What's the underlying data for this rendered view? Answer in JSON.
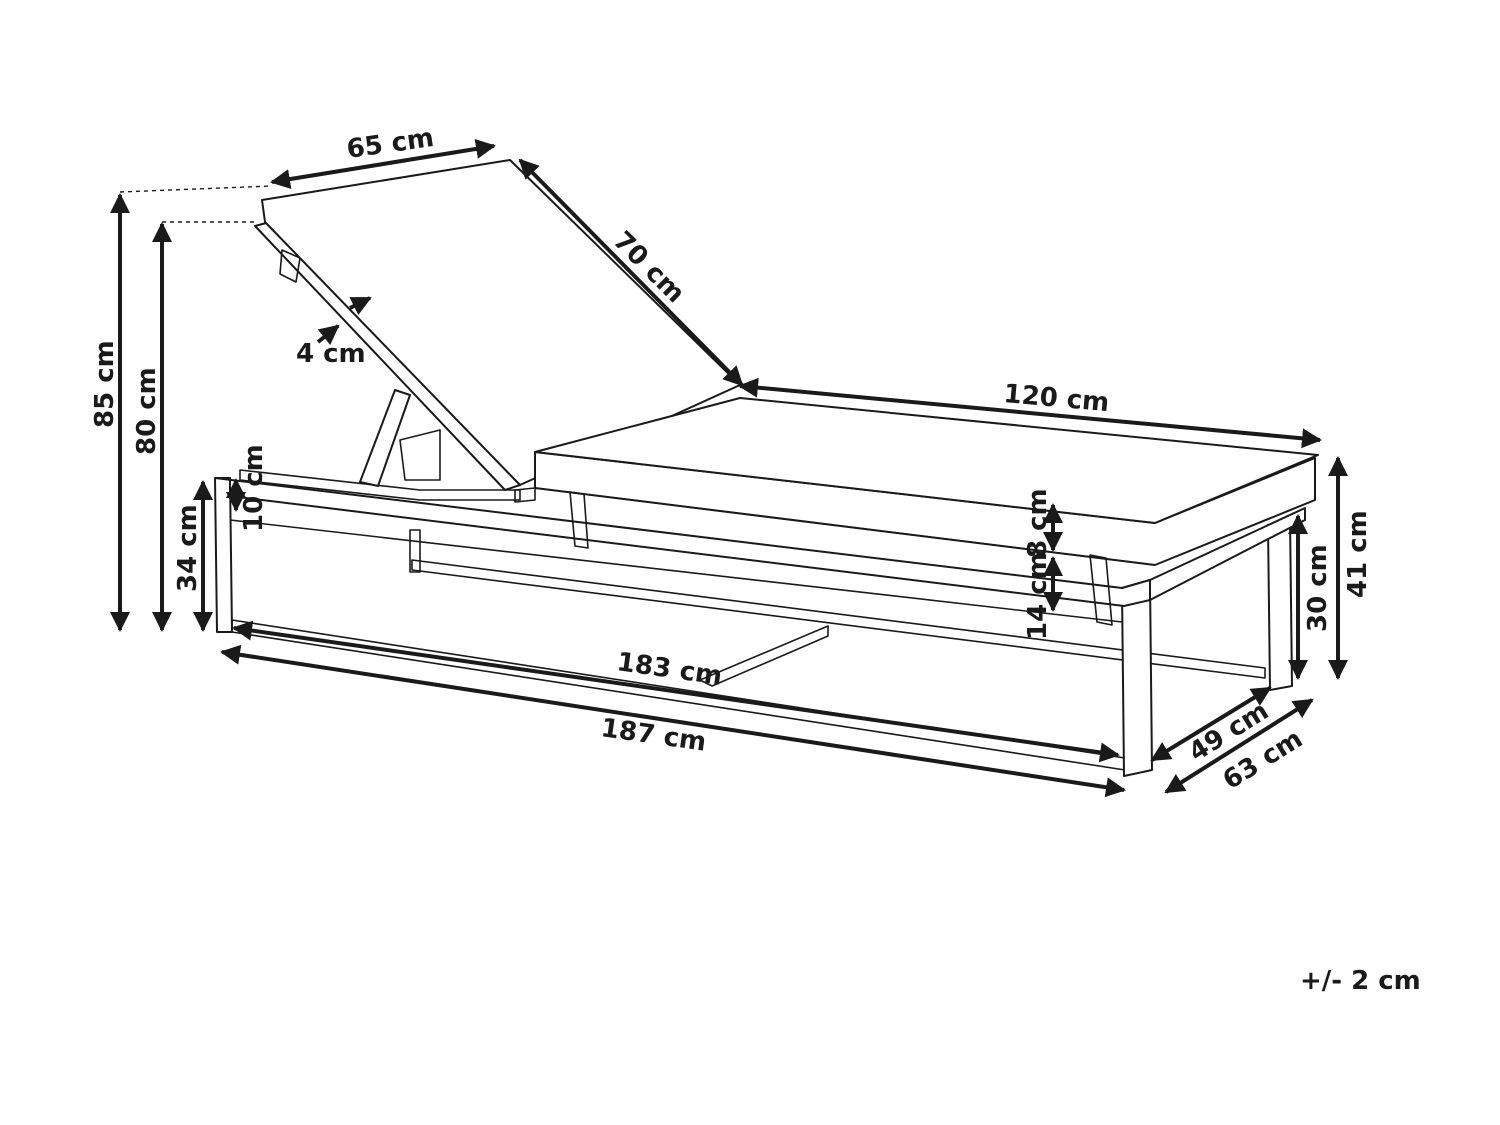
{
  "labels": {
    "backrest_width": "65 cm",
    "backrest_length": "70 cm",
    "seat_cushion_length": "120 cm",
    "cushion_thickness": "4 cm",
    "total_height_max": "85 cm",
    "backrest_height": "80 cm",
    "frame_side_height": "34 cm",
    "slat_offset": "10 cm",
    "seat_cushion_thickness": "8 cm",
    "frame_depth": "14 cm",
    "inner_length": "183 cm",
    "total_length": "187 cm",
    "inner_width": "49 cm",
    "total_width": "63 cm",
    "leg_height": "30 cm",
    "seat_height": "41 cm"
  },
  "tolerance": "+/- 2 cm"
}
